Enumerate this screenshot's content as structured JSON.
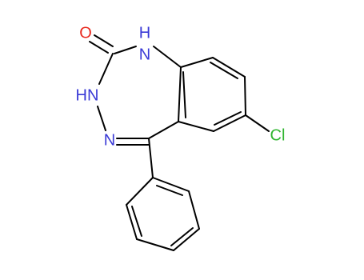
{
  "atoms": {
    "oxygen": {
      "label": "O"
    },
    "nh1": {
      "label": "H"
    },
    "n1": {
      "label": "N"
    },
    "hn3": {
      "label": "HN"
    },
    "n4": {
      "label": "N"
    },
    "chlorine": {
      "label": "Cl"
    }
  },
  "colors": {
    "carbon_bond": "#000000",
    "oxygen": "#e8281e",
    "nitrogen": "#3a3ad6",
    "chlorine": "#2fb52f",
    "background": "#ffffff"
  }
}
